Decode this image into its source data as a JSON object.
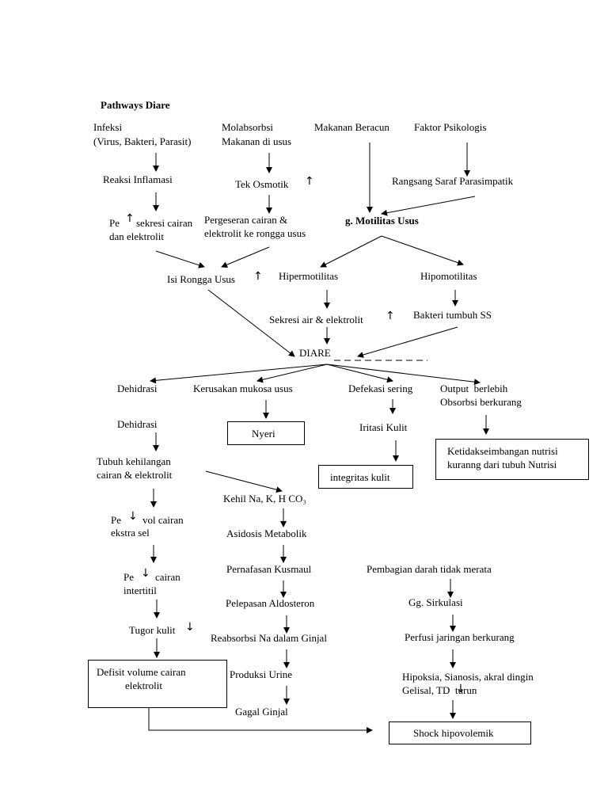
{
  "title": "Pathways Diare",
  "causes": {
    "infeksi_l1": "Infeksi",
    "infeksi_l2": "(Virus, Bakteri, Parasit)",
    "molabsorbsi_l1": "Molabsorbsi",
    "molabsorbsi_l2": "Makanan di usus",
    "makanan_beracun": "Makanan Beracun",
    "faktor_psikologis": "Faktor Psikologis"
  },
  "nodes": {
    "reaksi_inflamasi": "Reaksi Inflamasi",
    "tek_osmotik": "Tek Osmotik",
    "rangsang_saraf": "Rangsang Saraf Parasimpatik",
    "pe_sekresi_prefix": "Pe",
    "pe_sekresi_l1": "sekresi cairan",
    "pe_sekresi_l2": "dan elektrolit",
    "pergeseran_l1": "Pergeseran cairan &",
    "pergeseran_l2": "elektrolit ke rongga usus",
    "motilitas_usus": "g. Motilitas Usus",
    "isi_rongga_usus": "Isi Rongga Usus",
    "hipermotilitas": "Hipermotilitas",
    "hipomotilitas": "Hipomotilitas",
    "sekresi_air": "Sekresi air & elektrolit",
    "bakteri_tumbuh": "Bakteri tumbuh SS",
    "diare": "DIARE",
    "dehidrasi_1": "Dehidrasi",
    "kerusakan_mukosa": "Kerusakan mukosa usus",
    "defekasi_sering": "Defekasi sering",
    "output_l1": "Output  berlebih",
    "output_l2": "Obsorbsi berkurang",
    "dehidrasi_2": "Dehidrasi",
    "nyeri": "Nyeri",
    "iritasi_kulit": "Iritasi Kulit",
    "ketidakseimbangan_l1": "Ketidakseimbangan nutrisi",
    "ketidakseimbangan_l2": "kuranng dari tubuh Nutrisi",
    "integritas_kulit": "integritas kulit",
    "tubuh_l1": "Tubuh kehilangan",
    "tubuh_l2": "cairan & elektrolit",
    "kehil": "Kehil Na, K, H CO₃",
    "pe_vol_prefix": "Pe",
    "pe_vol_l1": "vol cairan",
    "pe_vol_l2": "ekstra sel",
    "asidosis": "Asidosis Metabolik",
    "pe_intertitil_prefix": "Pe",
    "pe_intertitil_l1": "cairan",
    "pe_intertitil_l2": "intertitil",
    "pernafasan": "Pernafasan Kusmaul",
    "pembagian_darah": "Pembagian darah tidak merata",
    "pelepasan": "Pelepasan Aldosteron",
    "gg_sirkulasi": "Gg. Sirkulasi",
    "tugor_kulit": "Tugor kulit",
    "reabsorbsi": "Reabsorbsi Na dalam Ginjal",
    "perfusi": "Perfusi jaringan berkurang",
    "defisit_l1": "Defisit volume cairan",
    "defisit_l2": "elektrolit",
    "produksi_urine": "Produksi Urine",
    "hipoksia_l1": "Hipoksia, Sianosis, akral dingin",
    "hipoksia_l2": "Gelisal, TD  turun",
    "gagal_ginjal": "Gagal Ginjal",
    "shock": "Shock hipovolemik"
  },
  "glyphs": {
    "up": "↑",
    "down": "↓"
  }
}
